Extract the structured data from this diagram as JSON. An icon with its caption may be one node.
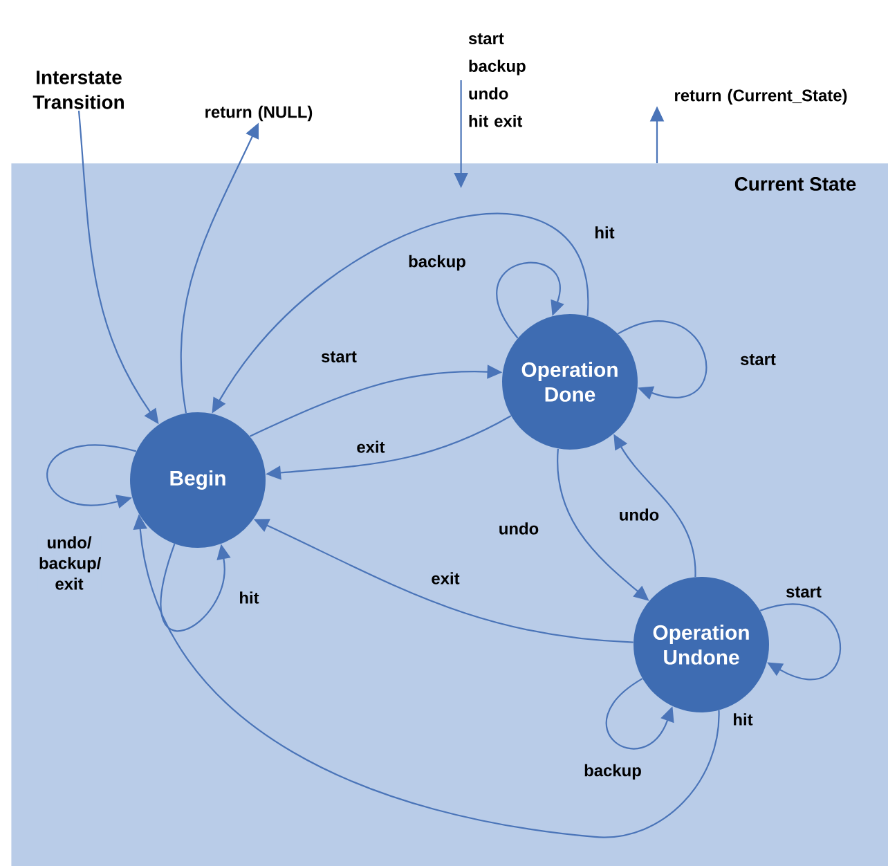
{
  "diagram": {
    "nodes": [
      {
        "text": [
          "Current State"
        ]
      },
      {
        "text": [
          "Interstate Transition"
        ]
      },
      {
        "text": [
          "return (NULL)"
        ]
      },
      {
        "text": [
          "start backup undo hit exit"
        ]
      },
      {
        "text": [
          "return (Current_State)"
        ]
      },
      {
        "text": [
          "Begin"
        ],
        "in": 0
      },
      {
        "text": [
          "Operation Done"
        ],
        "in": 0
      },
      {
        "text": [
          "Operation Undone"
        ],
        "in": 0
      }
    ],
    "edges": [
      {
        "from": 1,
        "to": 5,
        "arrow": "to"
      },
      {
        "from": 5,
        "to": 2,
        "arrow": "to"
      },
      {
        "from": 3,
        "to": 0,
        "arrow": "to"
      },
      {
        "from": 0,
        "to": 4,
        "arrow": "to"
      },
      {
        "from": 5,
        "to": 6,
        "arrow": "to",
        "label": "start"
      },
      {
        "from": 6,
        "to": 5,
        "arrow": "to",
        "label": "exit"
      },
      {
        "from": 6,
        "to": 5,
        "arrow": "to",
        "label": "hit"
      },
      {
        "from": 6,
        "to": 6,
        "arrow": "to",
        "label": "backup"
      },
      {
        "from": 6,
        "to": 6,
        "arrow": "to",
        "label": "start"
      },
      {
        "from": 6,
        "to": 7,
        "arrow": "to",
        "label": "undo"
      },
      {
        "from": 7,
        "to": 6,
        "arrow": "to",
        "label": "undo"
      },
      {
        "from": 7,
        "to": 5,
        "arrow": "to",
        "label": "exit"
      },
      {
        "from": 7,
        "to": 7,
        "arrow": "to",
        "label": "start"
      },
      {
        "from": 7,
        "to": 7,
        "arrow": "to",
        "label": "backup"
      },
      {
        "from": 7,
        "to": 5,
        "arrow": "to",
        "label": "hit"
      },
      {
        "from": 5,
        "to": 5,
        "arrow": "to",
        "label": "undo/ backup/ exit"
      },
      {
        "from": 5,
        "to": 5,
        "arrow": "to",
        "label": "hit"
      }
    ]
  }
}
